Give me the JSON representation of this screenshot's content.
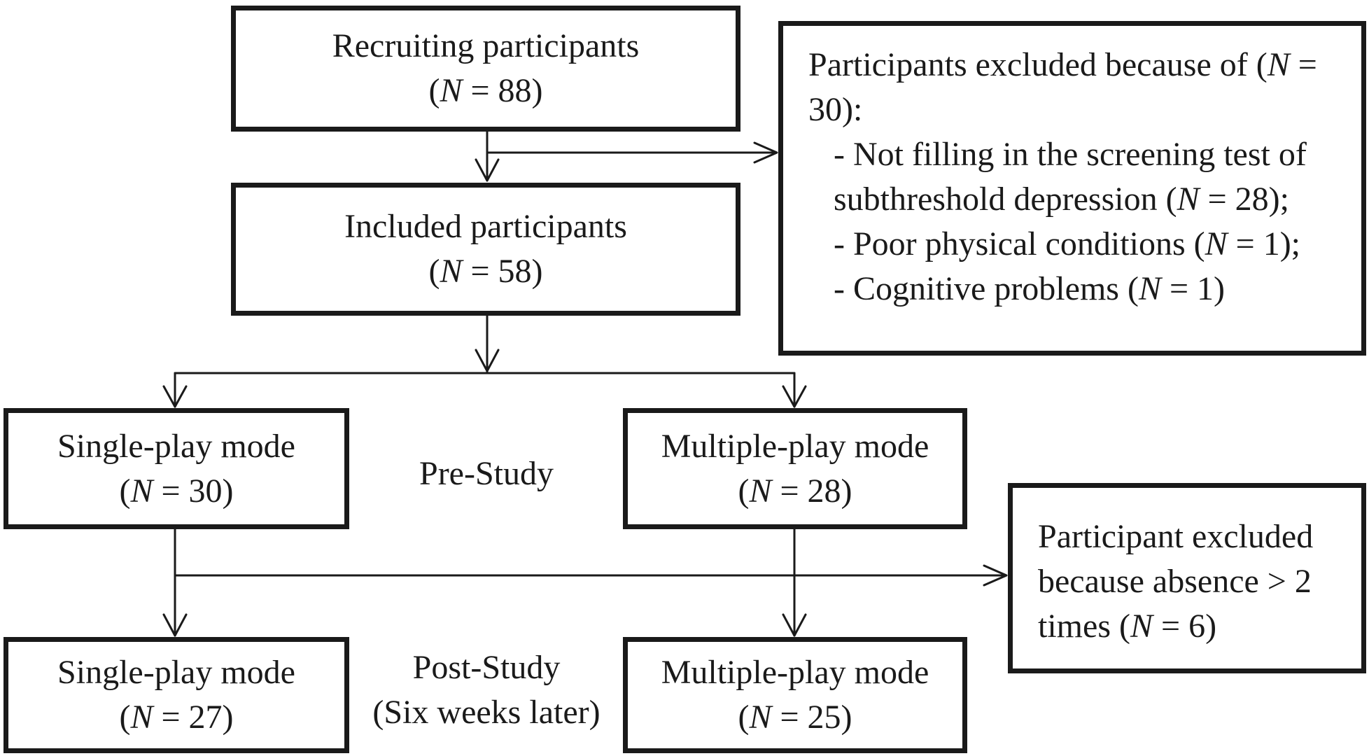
{
  "recruiting": {
    "title": "Recruiting participants",
    "n_prefix": "(",
    "n_var": "N",
    "n_suffix": " = 88)"
  },
  "included": {
    "title": "Included participants",
    "n_prefix": "(",
    "n_var": "N",
    "n_suffix": " = 58)"
  },
  "excluded_initial": {
    "line1_text": "Participants excluded because of (",
    "line1_var": "N",
    "line1_end": " =",
    "line2": "30):",
    "item1_line1": "- Not filling in the screening test of",
    "item1_line2_text": "subthreshold depression (",
    "item1_line2_var": "N",
    "item1_line2_end": " = 28);",
    "item2_text": "- Poor physical conditions (",
    "item2_var": "N",
    "item2_end": " = 1);",
    "item3_text": "- Cognitive problems (",
    "item3_var": "N",
    "item3_end": " = 1)"
  },
  "pre_single": {
    "title": "Single-play mode",
    "n_prefix": "(",
    "n_var": "N",
    "n_suffix": " = 30)"
  },
  "pre_multiple": {
    "title": "Multiple-play mode",
    "n_prefix": "(",
    "n_var": "N",
    "n_suffix": " = 28)"
  },
  "pre_study_label": "Pre-Study",
  "excluded_absence": {
    "line1": "Participant excluded",
    "line2": "because absence > 2",
    "line3_text": "times (",
    "line3_var": "N",
    "line3_end": " = 6)"
  },
  "post_single": {
    "title": "Single-play mode",
    "n_prefix": "(",
    "n_var": "N",
    "n_suffix": " = 27)"
  },
  "post_multiple": {
    "title": "Multiple-play mode",
    "n_prefix": "(",
    "n_var": "N",
    "n_suffix": " = 25)"
  },
  "post_study_label": {
    "line1": "Post-Study",
    "line2": "(Six weeks later)"
  }
}
